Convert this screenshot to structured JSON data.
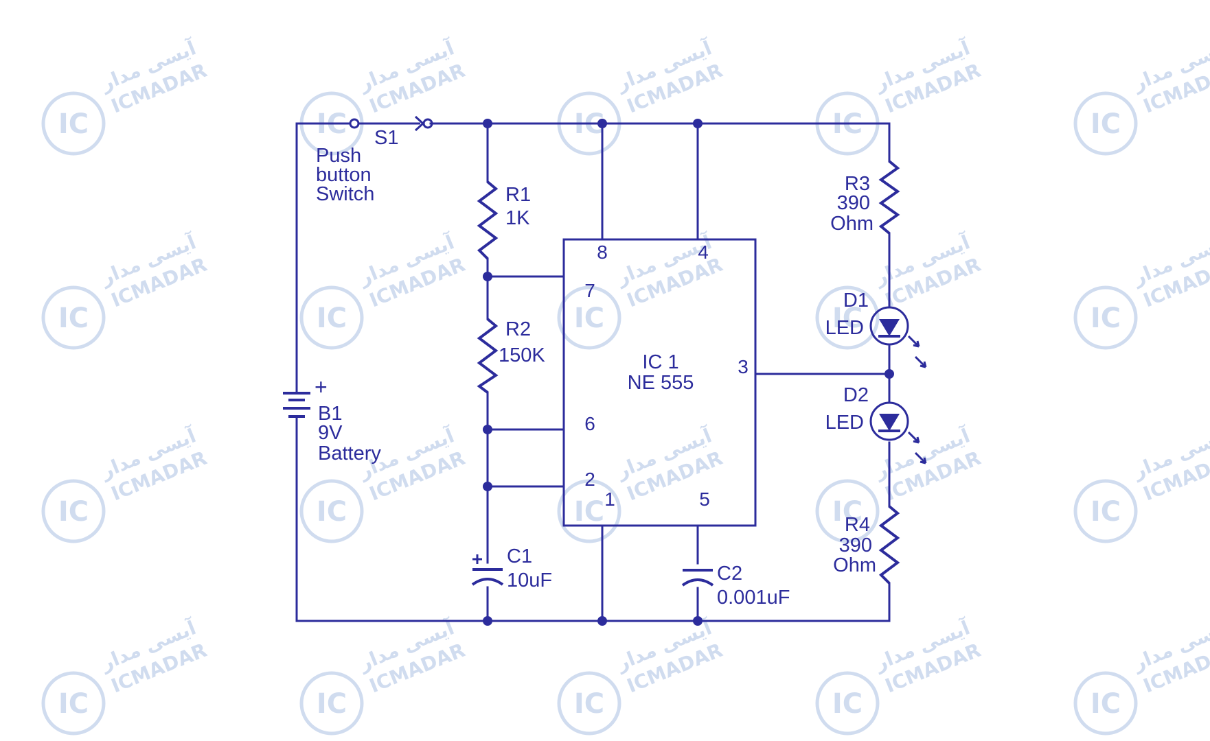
{
  "watermark": {
    "text": "ICMADAR",
    "arabic": "آیسی مدار",
    "logo": "IC",
    "color": "#2f62b8"
  },
  "colors": {
    "ink": "#2c2c9c",
    "background": "#ffffff"
  },
  "components": {
    "s1": {
      "ref": "S1",
      "line1": "Push",
      "line2": "button",
      "line3": "Switch"
    },
    "r1": {
      "ref": "R1",
      "value": "1K"
    },
    "r2": {
      "ref": "R2",
      "value": "150K"
    },
    "r3": {
      "ref": "R3",
      "value": "390",
      "unit": "Ohm"
    },
    "r4": {
      "ref": "R4",
      "value": "390",
      "unit": "Ohm"
    },
    "d1": {
      "ref": "D1",
      "type": "LED"
    },
    "d2": {
      "ref": "D2",
      "type": "LED"
    },
    "b1": {
      "ref": "B1",
      "value": "9V",
      "type": "Battery",
      "polarity": "+"
    },
    "c1": {
      "ref": "C1",
      "value": "10uF",
      "polarity": "+"
    },
    "c2": {
      "ref": "C2",
      "value": "0.001uF"
    },
    "ic1": {
      "ref": "IC 1",
      "part": "NE 555",
      "pins": {
        "p8": "8",
        "p4": "4",
        "p7": "7",
        "p6": "6",
        "p2": "2",
        "p1": "1",
        "p5": "5",
        "p3": "3"
      }
    }
  }
}
